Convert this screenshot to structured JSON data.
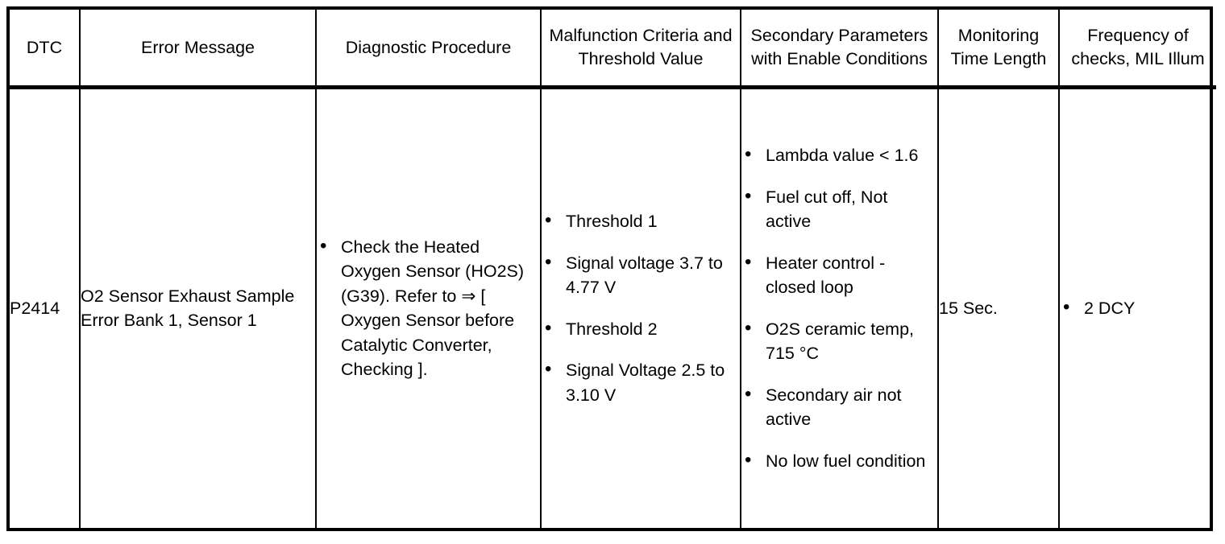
{
  "table": {
    "headers": [
      "DTC",
      "Error Message",
      "Diagnostic Procedure",
      "Malfunction Criteria and Threshold Value",
      "Secondary Parameters with Enable Conditions",
      "Monitoring Time Length",
      "Frequency of checks, MIL Illum"
    ],
    "rows": [
      {
        "dtc": "P2414",
        "error_message": "O2 Sensor Exhaust Sample Error Bank 1, Sensor 1",
        "diagnostic_procedure": [
          "Check the Heated Oxygen Sensor (HO2S) (G39). Refer to ⇒ [ Oxygen Sensor before Catalytic Converter, Checking ]."
        ],
        "malfunction_criteria": [
          "Threshold 1",
          "Signal voltage 3.7 to 4.77 V",
          "Threshold 2",
          "Signal Voltage 2.5 to 3.10 V"
        ],
        "secondary_parameters": [
          "Lambda value < 1.6",
          "Fuel cut off, Not active",
          "Heater control - closed loop",
          "O2S ceramic temp, 715 °C",
          "Secondary air not active",
          "No low fuel condition"
        ],
        "monitoring_time_length": "15 Sec.",
        "frequency_mil_illum": [
          "2 DCY"
        ]
      }
    ]
  },
  "colors": {
    "border": "#000000",
    "text": "#000000",
    "background": "#ffffff"
  }
}
